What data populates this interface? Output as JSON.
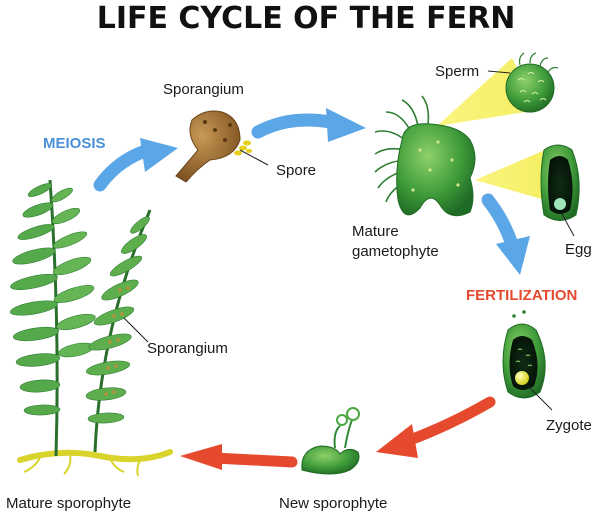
{
  "title": "LIFE CYCLE OF THE FERN",
  "stages": {
    "meiosis": "MEIOSIS",
    "fertilization": "FERTILIZATION"
  },
  "labels": {
    "sporangium_top": "Sporangium",
    "spore": "Spore",
    "sperm": "Sperm",
    "egg": "Egg",
    "mature_gametophyte_1": "Mature",
    "mature_gametophyte_2": "gametophyte",
    "sporangium_leaf": "Sporangium",
    "zygote": "Zygote",
    "new_sporophyte": "New sporophyte",
    "mature_sporophyte": "Mature sporophyte"
  },
  "colors": {
    "meiosis_arrow": "#5ba6e6",
    "fertilization_arrow": "#e64a2e",
    "plant_green": "#3f9c3a",
    "sporangium_brown": "#9a6a2f",
    "highlight_yellow": "#f3ee5a"
  }
}
